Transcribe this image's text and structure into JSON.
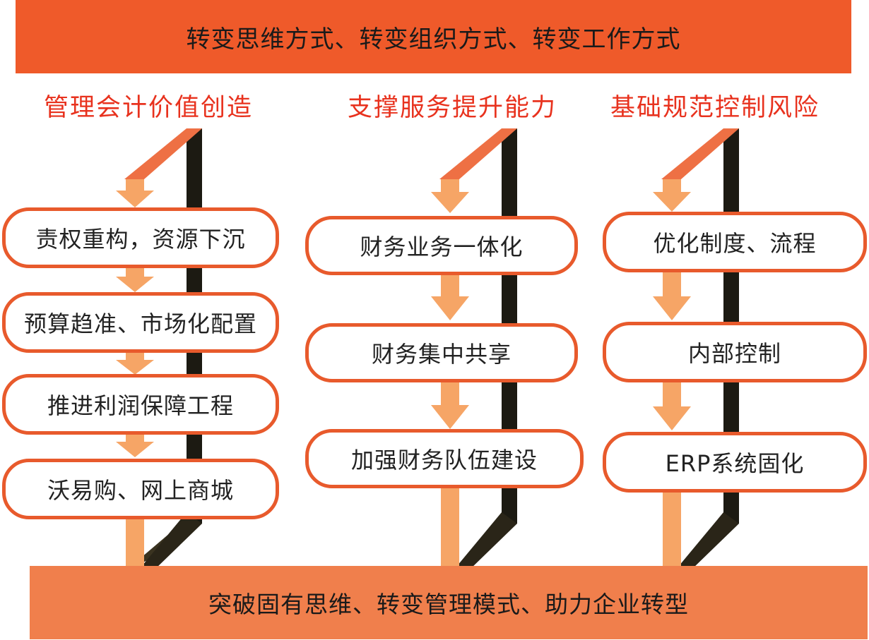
{
  "top_banner": "转变思维方式、转变组织方式、转变工作方式",
  "bottom_banner": "突破固有思维、转变管理模式、助力企业转型",
  "columns": [
    {
      "title": "管理会计价值创造",
      "items": [
        "责权重构，资源下沉",
        "预算趋准、市场化配置",
        "推进利润保障工程",
        "沃易购、网上商城"
      ]
    },
    {
      "title": "支撑服务提升能力",
      "items": [
        "财务业务一体化",
        "财务集中共享",
        "加强财务队伍建设"
      ]
    },
    {
      "title": "基础规范控制风险",
      "items": [
        "优化制度、流程",
        "内部控制",
        "ERP系统固化"
      ]
    }
  ],
  "colors": {
    "top_banner": "#ef5a2a",
    "bottom_banner": "#f07f4c",
    "title_text": "#e8321e",
    "box_border": "#e85a2c",
    "arrow": "#f6a566",
    "diagonal": "#ee7044",
    "frame_dark": "#1c1a12"
  }
}
